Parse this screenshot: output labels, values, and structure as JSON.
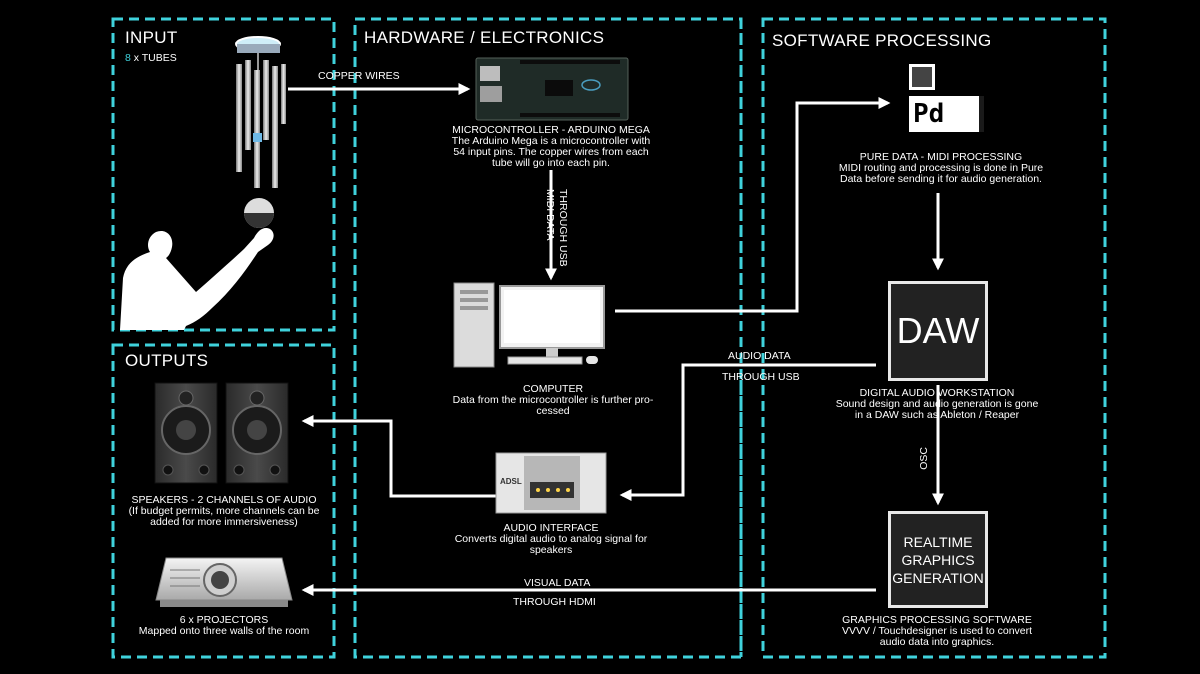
{
  "sections": {
    "input": {
      "title": "INPUT",
      "count": "8",
      "subtitle": "x TUBES"
    },
    "hardware": {
      "title": "HARDWARE / ELECTRONICS"
    },
    "software": {
      "title": "SOFTWARE PROCESSING"
    },
    "outputs": {
      "title": "OUTPUTS"
    }
  },
  "edges": {
    "copper": "COPPER WIRES",
    "midi_1": "MIDI DATA",
    "midi_2": "THROUGH USB",
    "audio_1": "AUDIO DATA",
    "audio_2": "THROUGH USB",
    "osc": "OSC",
    "visual_1": "VISUAL DATA",
    "visual_2": "THROUGH HDMI"
  },
  "nodes": {
    "microcontroller": {
      "title": "MICROCONTROLLER - ARDUINO MEGA",
      "desc": [
        "The Arduino Mega is a microcontroller with",
        "54 input pins. The copper wires from each",
        "tube will go into each pin."
      ]
    },
    "puredata": {
      "logo": "Pd",
      "title": "PURE DATA - MIDI PROCESSING",
      "desc": [
        "MIDI routing and processing is done in Pure",
        "Data before sending it for audio generation."
      ]
    },
    "computer": {
      "title": "COMPUTER",
      "desc": [
        "Data from the microcontroller is further pro-",
        "cessed"
      ]
    },
    "daw": {
      "box": "DAW",
      "title": "DIGITAL AUDIO WORKSTATION",
      "desc": [
        "Sound design and audio generation is gone",
        "in a DAW such as Ableton / Reaper"
      ]
    },
    "audio_interface": {
      "badge": "ADSL",
      "title": "AUDIO INTERFACE",
      "desc": [
        "Converts digital audio to analog signal for",
        "speakers"
      ]
    },
    "graphics": {
      "box": [
        "REALTIME",
        "GRAPHICS",
        "GENERATION"
      ],
      "title": "GRAPHICS PROCESSING SOFTWARE",
      "desc": [
        "VVVV / Touchdesigner is used to convert",
        "audio data into graphics."
      ]
    },
    "speakers": {
      "title": "SPEAKERS - 2 CHANNELS OF AUDIO",
      "desc": [
        "(If budget permits, more channels can be",
        "added for more immersiveness)"
      ]
    },
    "projectors": {
      "title": "6 x PROJECTORS",
      "desc": [
        "Mapped onto three walls of the room"
      ]
    }
  },
  "colors": {
    "frame": "#3fd2dc",
    "background": "#000000",
    "line": "#ffffff"
  }
}
